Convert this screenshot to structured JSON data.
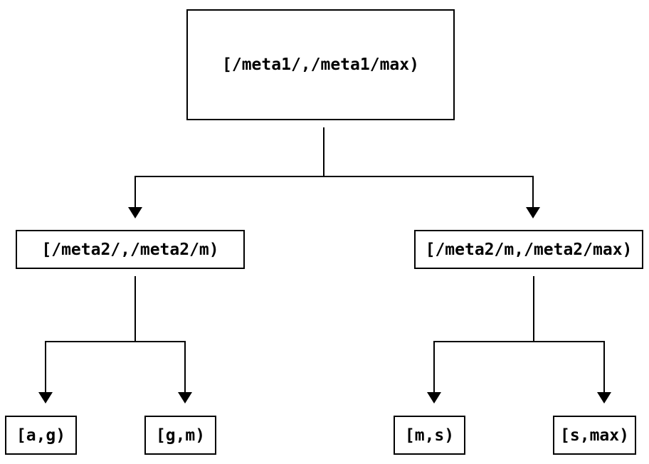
{
  "diagram": {
    "background_color": "#ffffff",
    "line_color": "#000000",
    "text_color": "#000000",
    "nodes": {
      "root": {
        "label": "[/meta1/,/meta1/max)"
      },
      "mid_left": {
        "label": "[/meta2/,/meta2/m)"
      },
      "mid_right": {
        "label": "[/meta2/m,/meta2/max)"
      },
      "leaf_ag": {
        "label": "[a,g)"
      },
      "leaf_gm": {
        "label": "[g,m)"
      },
      "leaf_ms": {
        "label": "[m,s)"
      },
      "leaf_smax": {
        "label": "[s,max)"
      }
    },
    "edges": [
      {
        "from": "root",
        "to": "mid_left"
      },
      {
        "from": "root",
        "to": "mid_right"
      },
      {
        "from": "mid_left",
        "to": "leaf_ag"
      },
      {
        "from": "mid_left",
        "to": "leaf_gm"
      },
      {
        "from": "mid_right",
        "to": "leaf_ms"
      },
      {
        "from": "mid_right",
        "to": "leaf_smax"
      }
    ]
  }
}
